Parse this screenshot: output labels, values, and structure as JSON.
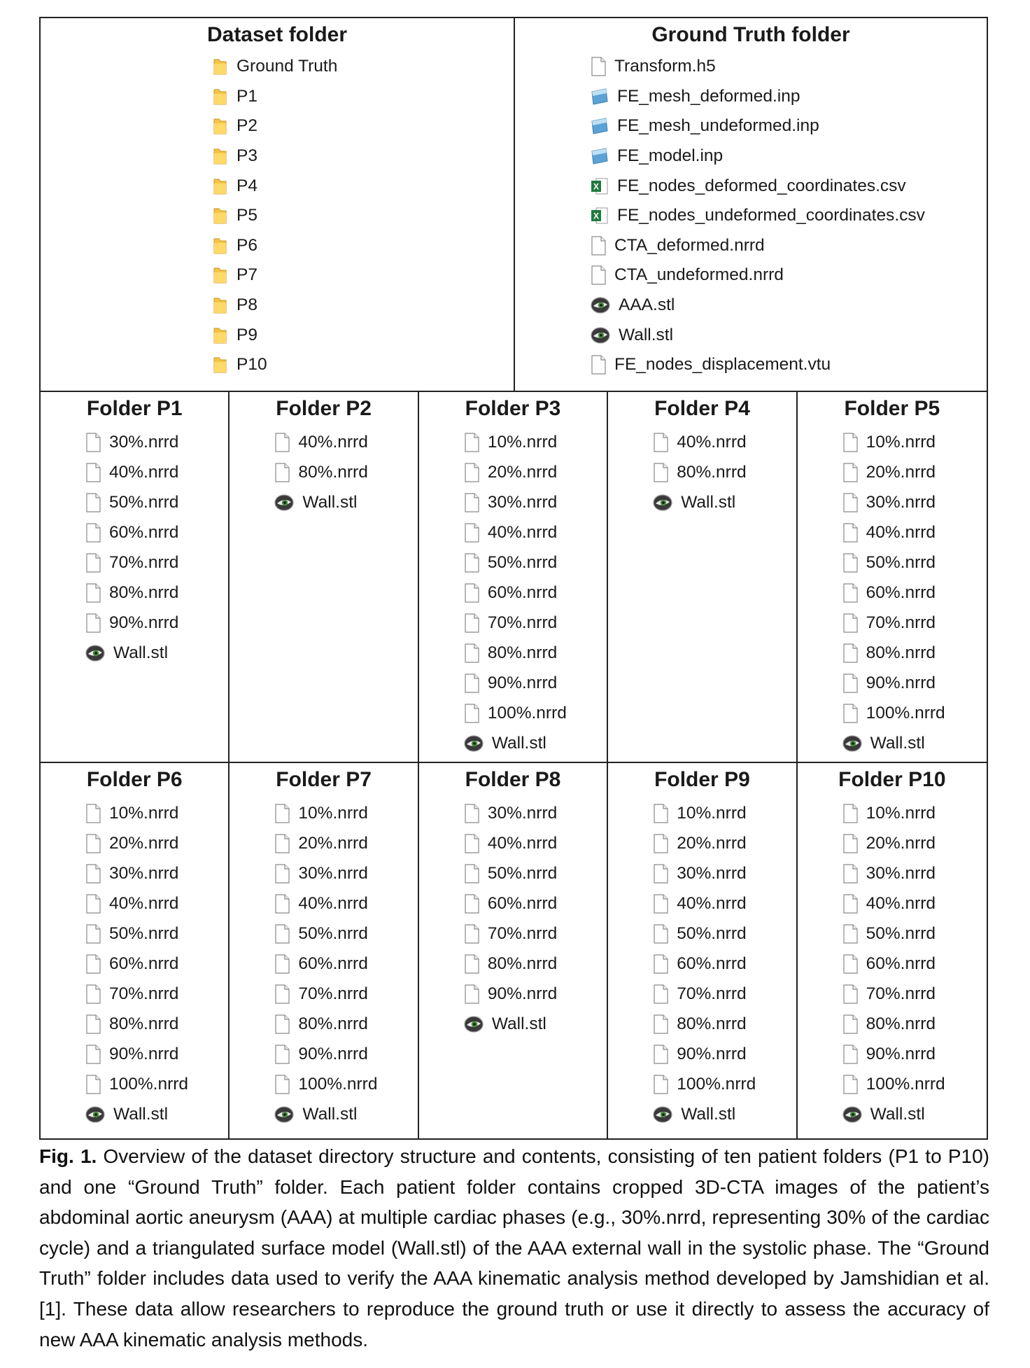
{
  "dataset_folder": {
    "title": "Dataset folder",
    "items": [
      {
        "name": "Ground Truth",
        "icon": "folder-icon"
      },
      {
        "name": "P1",
        "icon": "folder-icon"
      },
      {
        "name": "P2",
        "icon": "folder-icon"
      },
      {
        "name": "P3",
        "icon": "folder-icon"
      },
      {
        "name": "P4",
        "icon": "folder-icon"
      },
      {
        "name": "P5",
        "icon": "folder-icon"
      },
      {
        "name": "P6",
        "icon": "folder-icon"
      },
      {
        "name": "P7",
        "icon": "folder-icon"
      },
      {
        "name": "P8",
        "icon": "folder-icon"
      },
      {
        "name": "P9",
        "icon": "folder-icon"
      },
      {
        "name": "P10",
        "icon": "folder-icon"
      }
    ]
  },
  "ground_truth_folder": {
    "title": "Ground Truth folder",
    "items": [
      {
        "name": "Transform.h5",
        "icon": "file-icon"
      },
      {
        "name": "FE_mesh_deformed.inp",
        "icon": "mesh-file-icon"
      },
      {
        "name": "FE_mesh_undeformed.inp",
        "icon": "mesh-file-icon"
      },
      {
        "name": "FE_model.inp",
        "icon": "mesh-file-icon"
      },
      {
        "name": "FE_nodes_deformed_coordinates.csv",
        "icon": "excel-icon"
      },
      {
        "name": "FE_nodes_undeformed_coordinates.csv",
        "icon": "excel-icon"
      },
      {
        "name": "CTA_deformed.nrrd",
        "icon": "file-icon"
      },
      {
        "name": "CTA_undeformed.nrrd",
        "icon": "file-icon"
      },
      {
        "name": "AAA.stl",
        "icon": "eye-icon"
      },
      {
        "name": "Wall.stl",
        "icon": "eye-icon"
      },
      {
        "name": "FE_nodes_displacement.vtu",
        "icon": "file-icon"
      }
    ]
  },
  "patient_folders": [
    {
      "title": "Folder P1",
      "items": [
        "30%.nrrd",
        "40%.nrrd",
        "50%.nrrd",
        "60%.nrrd",
        "70%.nrrd",
        "80%.nrrd",
        "90%.nrrd",
        "Wall.stl"
      ]
    },
    {
      "title": "Folder P2",
      "items": [
        "40%.nrrd",
        "80%.nrrd",
        "Wall.stl"
      ]
    },
    {
      "title": "Folder P3",
      "items": [
        "10%.nrrd",
        "20%.nrrd",
        "30%.nrrd",
        "40%.nrrd",
        "50%.nrrd",
        "60%.nrrd",
        "70%.nrrd",
        "80%.nrrd",
        "90%.nrrd",
        "100%.nrrd",
        "Wall.stl"
      ]
    },
    {
      "title": "Folder P4",
      "items": [
        "40%.nrrd",
        "80%.nrrd",
        "Wall.stl"
      ]
    },
    {
      "title": "Folder P5",
      "items": [
        "10%.nrrd",
        "20%.nrrd",
        "30%.nrrd",
        "40%.nrrd",
        "50%.nrrd",
        "60%.nrrd",
        "70%.nrrd",
        "80%.nrrd",
        "90%.nrrd",
        "100%.nrrd",
        "Wall.stl"
      ]
    },
    {
      "title": "Folder P6",
      "items": [
        "10%.nrrd",
        "20%.nrrd",
        "30%.nrrd",
        "40%.nrrd",
        "50%.nrrd",
        "60%.nrrd",
        "70%.nrrd",
        "80%.nrrd",
        "90%.nrrd",
        "100%.nrrd",
        "Wall.stl"
      ]
    },
    {
      "title": "Folder P7",
      "items": [
        "10%.nrrd",
        "20%.nrrd",
        "30%.nrrd",
        "40%.nrrd",
        "50%.nrrd",
        "60%.nrrd",
        "70%.nrrd",
        "80%.nrrd",
        "90%.nrrd",
        "100%.nrrd",
        "Wall.stl"
      ]
    },
    {
      "title": "Folder P8",
      "items": [
        "30%.nrrd",
        "40%.nrrd",
        "50%.nrrd",
        "60%.nrrd",
        "70%.nrrd",
        "80%.nrrd",
        "90%.nrrd",
        "Wall.stl"
      ]
    },
    {
      "title": "Folder P9",
      "items": [
        "10%.nrrd",
        "20%.nrrd",
        "30%.nrrd",
        "40%.nrrd",
        "50%.nrrd",
        "60%.nrrd",
        "70%.nrrd",
        "80%.nrrd",
        "90%.nrrd",
        "100%.nrrd",
        "Wall.stl"
      ]
    },
    {
      "title": "Folder P10",
      "items": [
        "10%.nrrd",
        "20%.nrrd",
        "30%.nrrd",
        "40%.nrrd",
        "50%.nrrd",
        "60%.nrrd",
        "70%.nrrd",
        "80%.nrrd",
        "90%.nrrd",
        "100%.nrrd",
        "Wall.stl"
      ]
    }
  ],
  "caption": {
    "label": "Fig. 1.",
    "text": " Overview of the dataset directory structure and contents, consisting of ten patient folders (P1 to P10) and one “Ground Truth” folder. Each patient folder contains cropped 3D-CTA images of the patient’s abdominal aortic aneurysm (AAA) at multiple cardiac phases (e.g., 30%.nrrd, representing 30% of the cardiac cycle) and a triangulated surface model (Wall.stl) of the AAA external wall in the systolic phase. The “Ground Truth” folder includes data used to verify the AAA kinematic analysis method developed by Jamshidian et al. [1]. These data allow researchers to reproduce the ground truth or use it directly to assess the accuracy of new AAA kinematic analysis methods."
  },
  "colors": {
    "folder": "#f4c542",
    "excel": "#1f7a3f",
    "mesh": "#5ba3d6",
    "eye_iris": "#4a8a3c"
  }
}
